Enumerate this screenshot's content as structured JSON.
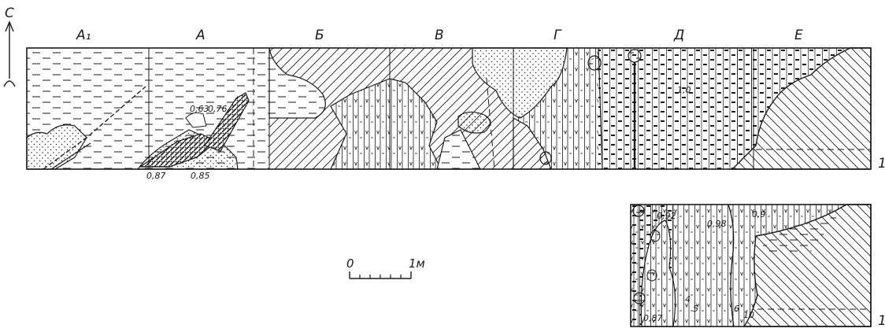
{
  "north_label": "С",
  "upper_panel": {
    "section_labels": [
      "А₁",
      "А",
      "Б",
      "В",
      "Г",
      "Д",
      "Е"
    ],
    "row_label": "1",
    "values": [
      "0,63",
      "0,76",
      "0,87",
      "0,85",
      "1,0"
    ]
  },
  "lower_panel": {
    "row_label": "1",
    "values": [
      "0,92",
      "0,98",
      "0,9",
      "0,87"
    ],
    "numbers": [
      "4",
      "5",
      "6",
      "10"
    ]
  },
  "scale_bar": {
    "start_label": "0",
    "end_label": "1м"
  },
  "colors": {
    "ink": "#1a1a1a",
    "paper": "#ffffff"
  }
}
